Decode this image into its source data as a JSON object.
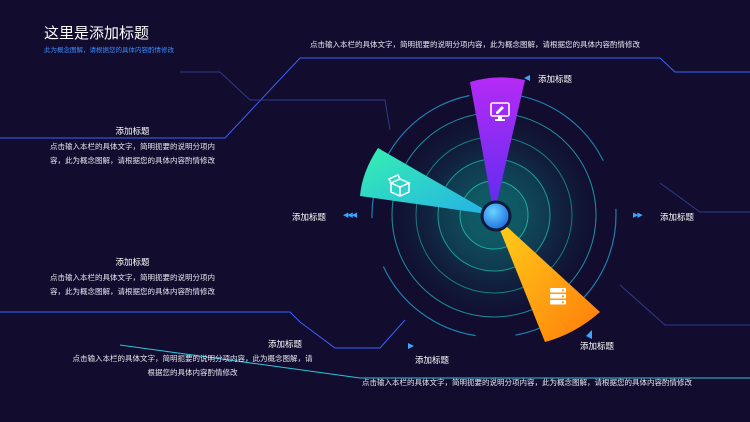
{
  "title": "这里是添加标题",
  "subtitle": "此为概念图解，请根据您的具体内容酌情修改",
  "top_text": "点击输入本栏的具体文字，简明扼要的说明分项内容，此为概念图解，请根据您的具体内容酌情修改",
  "bottom_right_text": "点击输入本栏的具体文字，简明扼要的说明分项内容，此为概念图解，请根据您的具体内容酌情修改",
  "left_blocks": [
    {
      "heading": "添加标题",
      "body": "点击输入本栏的具体文字，简明扼要的说明分项内容，此为概念图解，请根据您的具体内容酌情修改"
    },
    {
      "heading": "添加标题",
      "body": "点击输入本栏的具体文字，简明扼要的说明分项内容，此为概念图解，请根据您的具体内容酌情修改"
    }
  ],
  "bottom_left": {
    "heading": "添加标题",
    "body": "点击输入本栏的具体文字，简明扼要的说明分项内容，此为概念图解，请根据您的具体内容酌情修改"
  },
  "ring_labels": {
    "top": "添加标题",
    "left": "添加标题",
    "right": "添加标题",
    "bottom_right": "添加标题",
    "bottom": "添加标题"
  },
  "icons": [
    "monitor-edit-icon",
    "box-open-icon",
    "server-icon"
  ],
  "colors": {
    "accent": "#3aa6ff",
    "purple": "#8a2cf5",
    "teal": "#2fe3b0",
    "orange": "#ff9a0a"
  }
}
